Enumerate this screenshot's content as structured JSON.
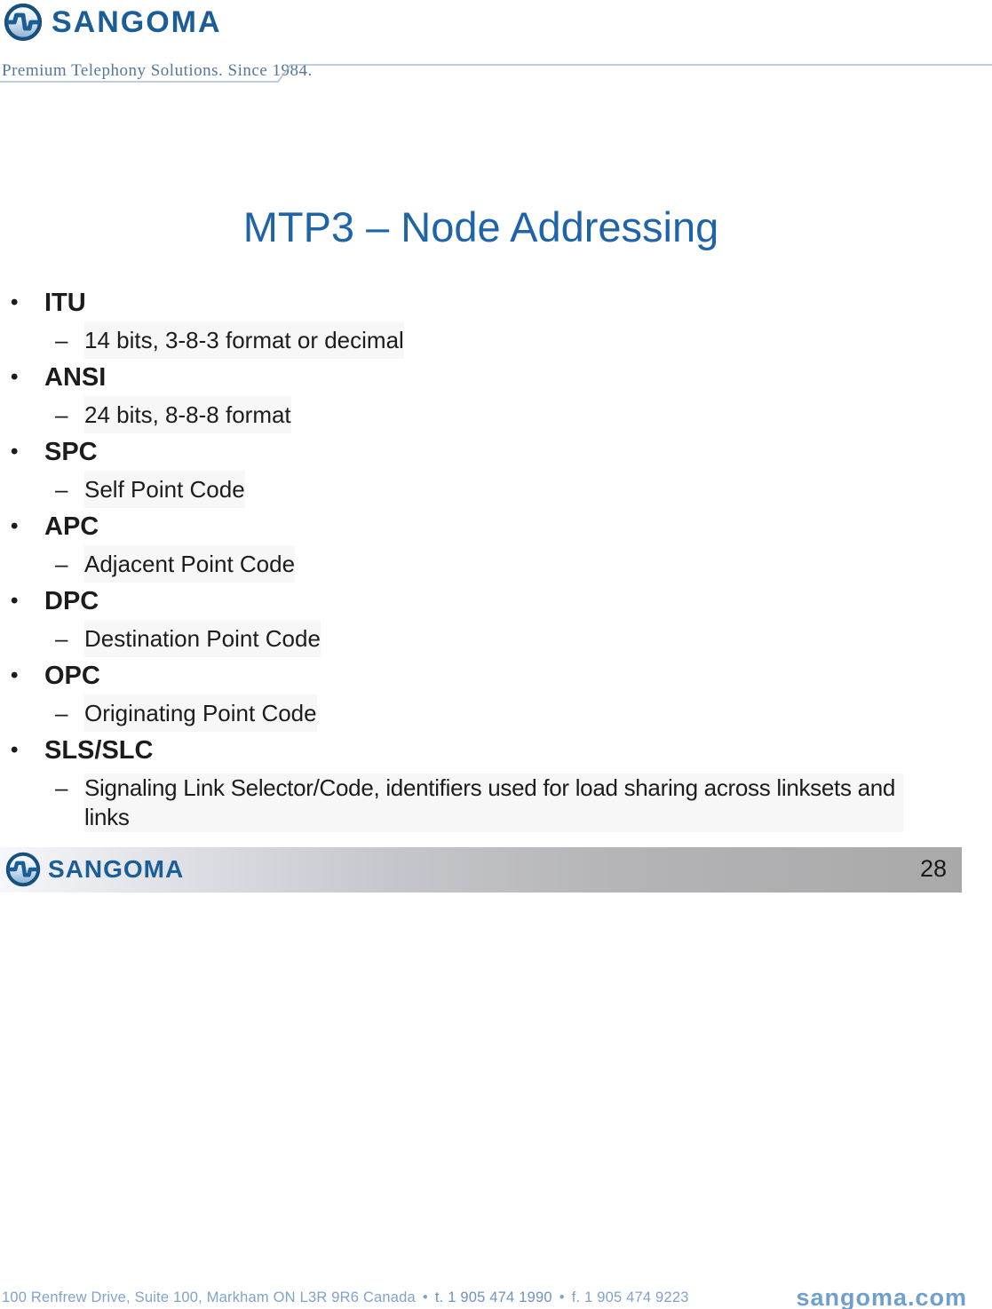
{
  "brand": {
    "name": "SANGOMA",
    "tagline": "Premium Telephony Solutions. Since 1984."
  },
  "slide": {
    "title": "MTP3 – Node Addressing",
    "bullets": [
      {
        "label": "ITU",
        "sub": [
          "14 bits, 3-8-3 format or decimal"
        ]
      },
      {
        "label": "ANSI",
        "sub": [
          "24 bits, 8-8-8 format"
        ]
      },
      {
        "label": "SPC",
        "sub": [
          "Self Point Code"
        ]
      },
      {
        "label": "APC",
        "sub": [
          "Adjacent Point Code"
        ]
      },
      {
        "label": "DPC",
        "sub": [
          "Destination Point Code"
        ]
      },
      {
        "label": "OPC",
        "sub": [
          "Originating Point Code"
        ]
      },
      {
        "label": "SLS/SLC",
        "sub": [
          "Signaling Link Selector/Code, identifiers used for load sharing across linksets and links"
        ]
      }
    ],
    "page_number": "28"
  },
  "footer": {
    "address": "100 Renfrew Drive, Suite 100, Markham ON L3R 9R6 Canada",
    "phone": "t. 1 905 474 1990",
    "fax": "f. 1 905 474 9223",
    "separator": "•",
    "website": "sangoma.com"
  },
  "colors": {
    "brand_blue": "#1b5e96",
    "logo_ring": "#17507d",
    "tagline_color": "#54779b",
    "divider_color": "#a9bed5",
    "title_blue": "#1f64a8",
    "body_text": "#1c1c1c",
    "bar_light": "#f6f7fa",
    "bar_gray": "#a9a9a9",
    "page_num_color": "#1a1a1a",
    "footer_blue": "#80a3cb",
    "website_blue": "#6f9fcd"
  }
}
